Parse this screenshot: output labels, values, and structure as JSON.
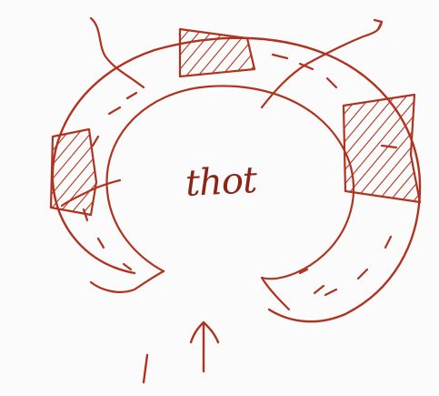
{
  "sketch": {
    "ink_color": "#b0331f",
    "ink_dark": "#8c2418",
    "paper_color": "#fbfbfb",
    "center_label": "thot"
  },
  "elements": {
    "ring": "horseshoe-ring",
    "hatched_blocks": [
      "left-block",
      "top-block",
      "right-block"
    ],
    "arrow": "up-arrow"
  }
}
